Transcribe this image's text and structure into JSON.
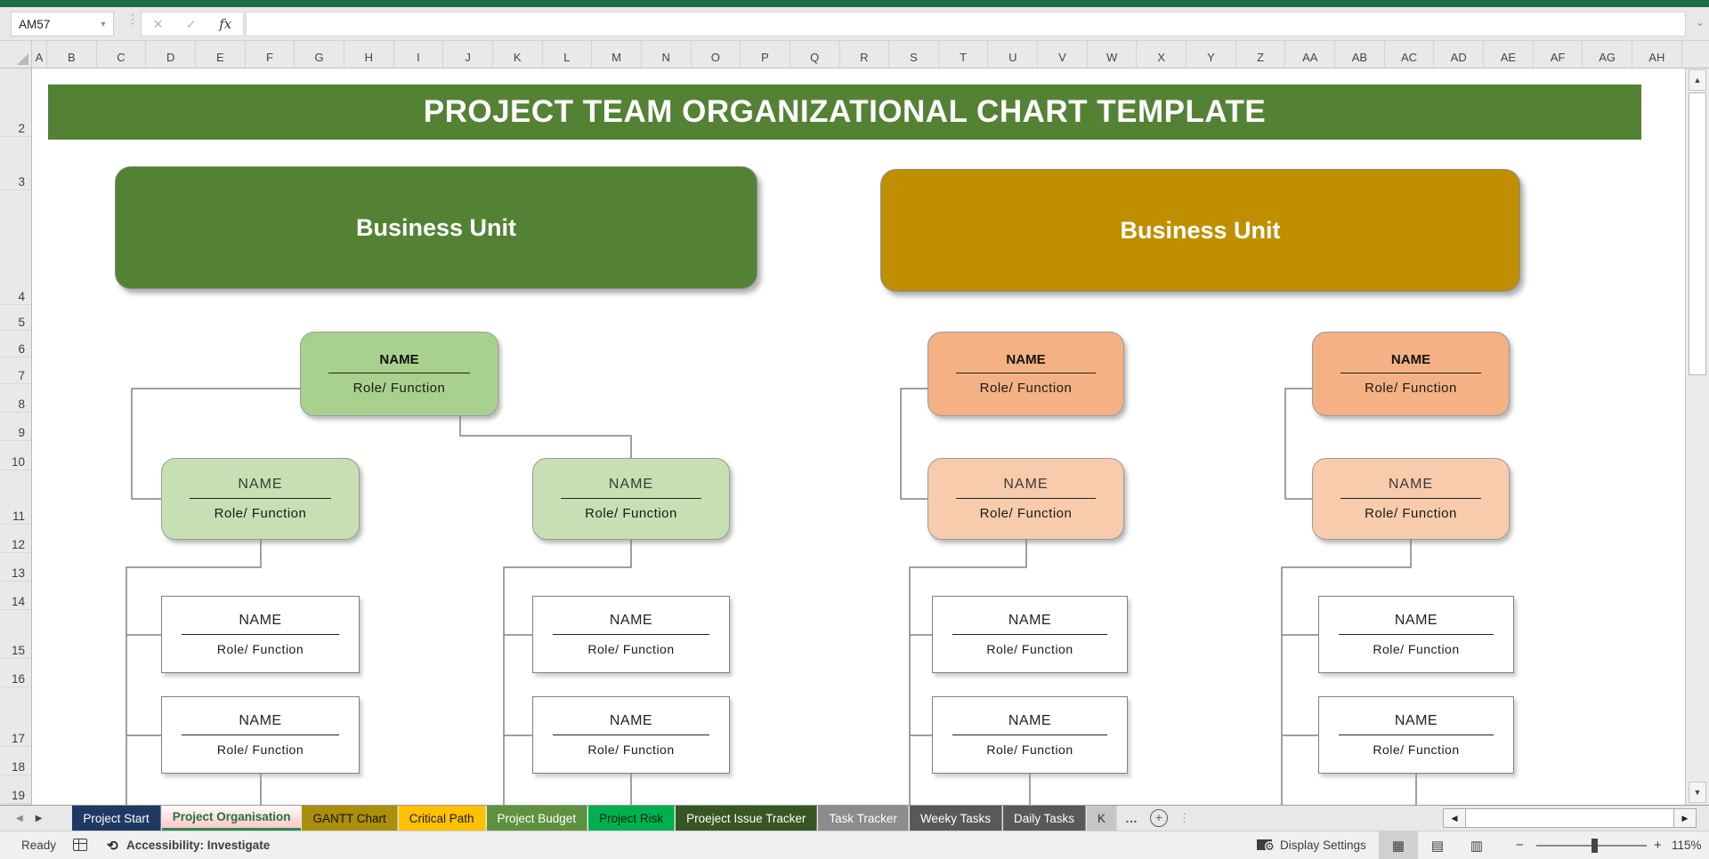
{
  "window": {
    "name_box_value": "AM57",
    "formula_value": ""
  },
  "icons": {
    "name_dropdown": "▾",
    "formula_dots": "⋮",
    "cancel": "✕",
    "confirm": "✓",
    "fx": "fx",
    "formula_expand": "⌄",
    "scroll_up": "▲",
    "scroll_down": "▼",
    "scroll_left": "◀",
    "scroll_right": "▶",
    "tab_nav_left": "◀",
    "tab_nav_right": "▶",
    "ellipsis": "…",
    "add_sheet": "+",
    "tab_dots": "⋮",
    "accessibility": "⟲",
    "gear": "⚙",
    "view_normal": "▦",
    "view_page_layout": "▤",
    "view_page_break": "▥",
    "zoom_minus": "−",
    "zoom_plus": "+"
  },
  "grid": {
    "columns": [
      "A",
      "B",
      "C",
      "D",
      "E",
      "F",
      "G",
      "H",
      "I",
      "J",
      "K",
      "L",
      "M",
      "N",
      "O",
      "P",
      "Q",
      "R",
      "S",
      "T",
      "U",
      "V",
      "W",
      "X",
      "Y",
      "Z",
      "AA",
      "AB",
      "AC",
      "AD",
      "AE",
      "AF",
      "AG",
      "AH"
    ],
    "rows": [
      "2",
      "3",
      "4",
      "5",
      "6",
      "7",
      "8",
      "9",
      "10",
      "11",
      "12",
      "13",
      "14",
      "15",
      "16",
      "17",
      "18",
      "19"
    ]
  },
  "banner": {
    "title": "PROJECT TEAM ORGANIZATIONAL CHART TEMPLATE",
    "bg": "#548235"
  },
  "org": {
    "business_unit_left": {
      "label": "Business Unit",
      "color": "#548235"
    },
    "business_unit_right": {
      "label": "Business Unit",
      "color": "#BF8F00"
    },
    "name_label": "NAME",
    "role_label": "Role/ Function",
    "colors": {
      "green_dark": "#A9D18E",
      "green_light": "#C6E0B4",
      "orange_dark": "#F4B183",
      "orange_light": "#F8CBAD",
      "white_box": "#FFFFFF",
      "connector": "#808080"
    }
  },
  "sheet_tabs": [
    {
      "label": "Project Start",
      "bg": "#1F3864",
      "fg": "#FFFFFF",
      "active": false
    },
    {
      "label": "Project Organisation",
      "bg": "#FFC7C7",
      "fg": "#1E7346",
      "active": true
    },
    {
      "label": "GANTT Chart",
      "bg": "#AB8E0B",
      "fg": "#141400",
      "active": false
    },
    {
      "label": "Critical Path",
      "bg": "#FFC000",
      "fg": "#1c1c1c",
      "active": false
    },
    {
      "label": "Project Budget",
      "bg": "#5E9140",
      "fg": "#FFFFFF",
      "active": false
    },
    {
      "label": "Project Risk",
      "bg": "#00B050",
      "fg": "#062406",
      "active": false
    },
    {
      "label": "Proeject Issue Tracker",
      "bg": "#375623",
      "fg": "#FFFFFF",
      "active": false
    },
    {
      "label": "Task Tracker",
      "bg": "#8C8C8C",
      "fg": "#FFFFFF",
      "active": false
    },
    {
      "label": "Weeky Tasks",
      "bg": "#595959",
      "fg": "#FFFFFF",
      "active": false
    },
    {
      "label": "Daily Tasks",
      "bg": "#595959",
      "fg": "#FFFFFF",
      "active": false
    },
    {
      "label": "K",
      "bg": "#C6C6C6",
      "fg": "#333333",
      "active": false
    }
  ],
  "status_bar": {
    "ready": "Ready",
    "accessibility": "Accessibility: Investigate",
    "display_settings": "Display Settings",
    "zoom_level": "115%"
  }
}
